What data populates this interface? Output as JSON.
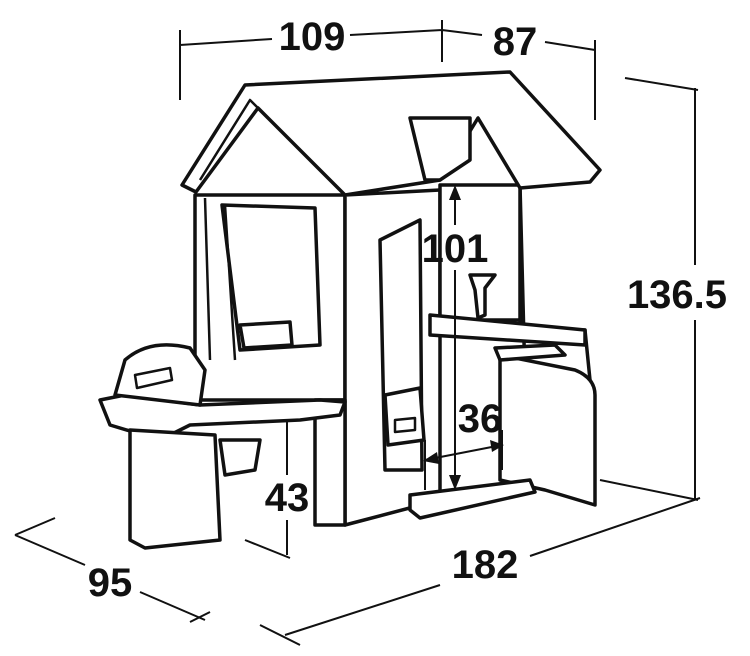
{
  "diagram": {
    "subject": "playhouse",
    "units_shown": "unlabeled",
    "dimensions": {
      "top_width": "109",
      "top_depth": "87",
      "total_height": "136.5",
      "door_height": "101",
      "door_width": "36",
      "counter_height": "43",
      "base_depth": "95",
      "base_width": "182"
    }
  }
}
